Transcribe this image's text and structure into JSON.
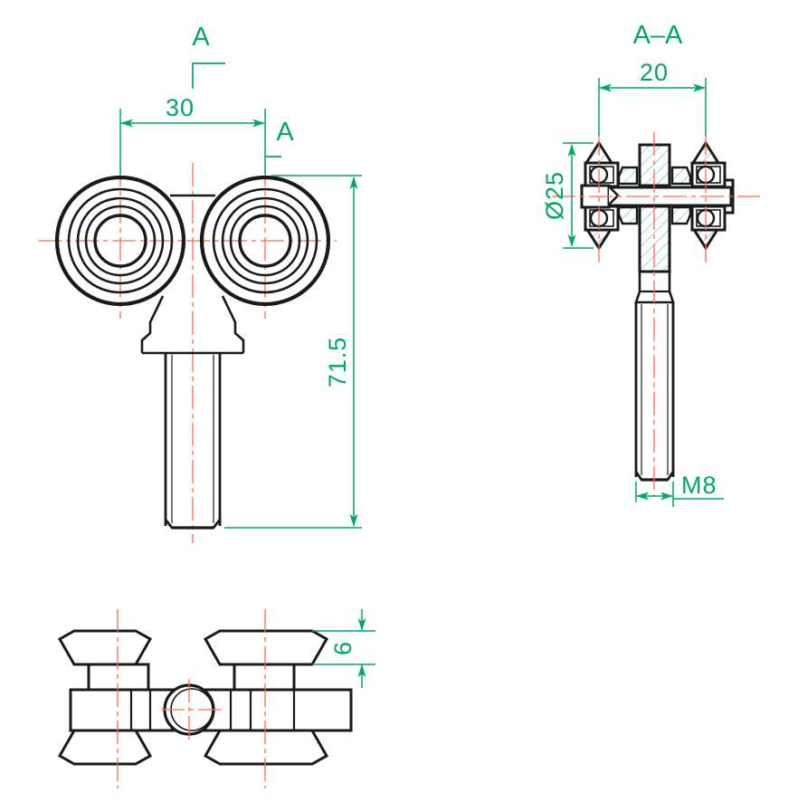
{
  "drawing": {
    "title": "Roller hanger / sliding door trolley — technical drawing",
    "colors": {
      "outline": "#1a1a1a",
      "thin": "#1a1a1a",
      "centerline": "#ff6b4a",
      "dimension": "#00a862",
      "hatch": "#3fb8c8",
      "background": "#ffffff"
    },
    "views": [
      {
        "id": "front-view",
        "name": "front-view"
      },
      {
        "id": "section-view",
        "name": "section-view-a-a"
      },
      {
        "id": "bottom-view",
        "name": "bottom-view"
      }
    ]
  },
  "front_view": {
    "section_marker_top_label": "A",
    "section_marker_right_label": "A",
    "dim_width_label": "30",
    "dim_height_label": "71.5"
  },
  "section_view": {
    "title": "A–A",
    "dim_width_label": "20",
    "dim_diameter_label": "Ø25",
    "thread_label": "M8"
  },
  "bottom_view": {
    "dim_thickness_label": "6"
  }
}
